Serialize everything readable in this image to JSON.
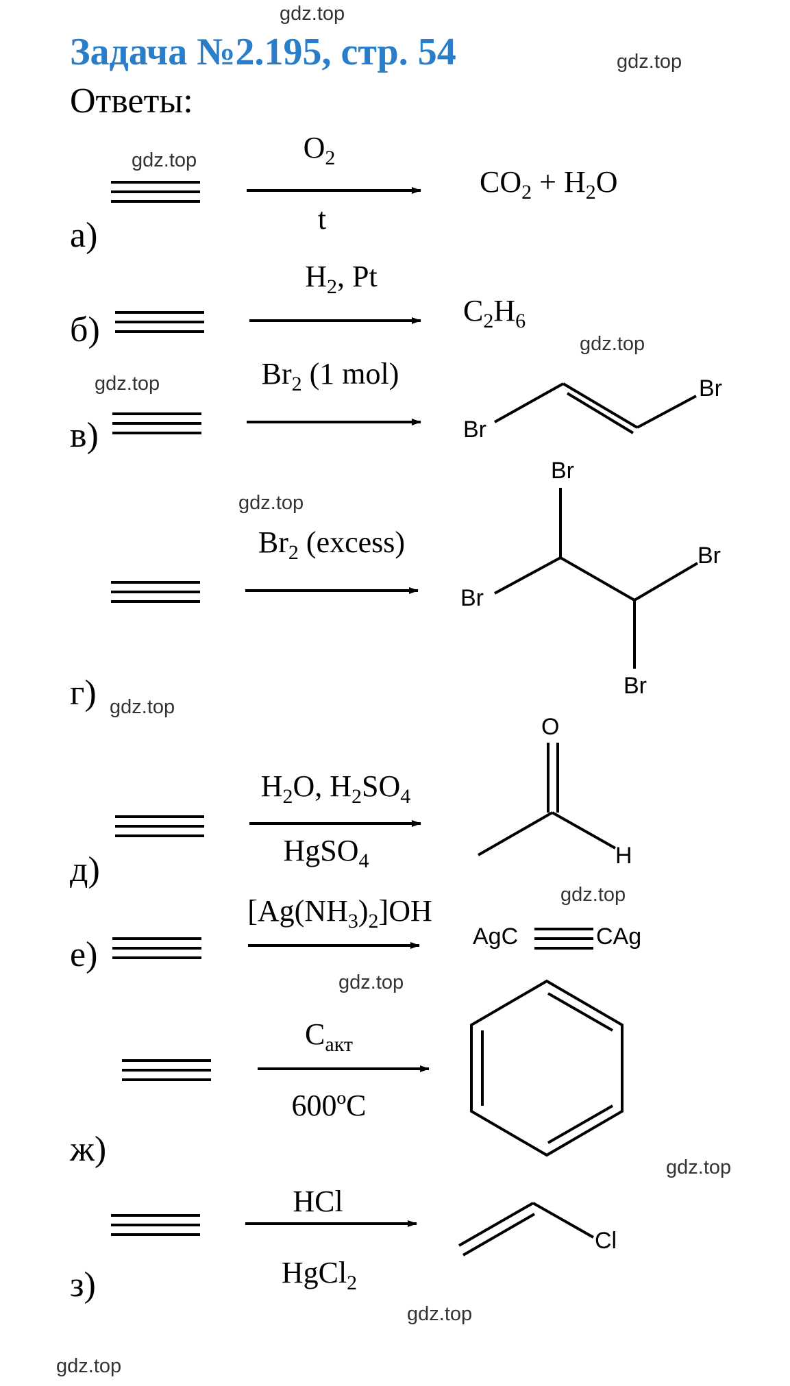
{
  "title": "Задача №2.195, стр. 54",
  "subtitle": "Ответы:",
  "watermark": "gdz.top",
  "reactions": [
    {
      "letter": "а)",
      "above_main": "O",
      "above_sub": "2",
      "below_main": "t",
      "product_html": [
        "CO",
        "2",
        " + H",
        "2",
        "O"
      ]
    },
    {
      "letter": "б)",
      "above_main": "H",
      "above_sub": "2",
      "above_tail": ", Pt",
      "product": [
        "C",
        "2",
        "H",
        "6"
      ]
    },
    {
      "letter": "в)",
      "above_main": "Br",
      "above_sub": "2",
      "above_tail": " (1 mol)",
      "atoms": [
        "Br",
        "Br"
      ]
    },
    {
      "letter": "г)",
      "above_main": "Br",
      "above_sub": "2",
      "above_tail": " (excess)",
      "atoms": [
        "Br",
        "Br",
        "Br",
        "Br"
      ]
    },
    {
      "letter": "д)",
      "above": [
        "H",
        "2",
        "O, H",
        "2",
        "SO",
        "4"
      ],
      "below": [
        "HgSO",
        "4"
      ],
      "atoms": [
        "O",
        "H"
      ]
    },
    {
      "letter": "е)",
      "above": [
        "[Ag(NH",
        "3",
        ")",
        "2",
        "]OH"
      ],
      "atoms": [
        "AgC",
        "CAg"
      ]
    },
    {
      "letter": "ж)",
      "above_main": "C",
      "above_sub": "акт",
      "below_main": "600ºC"
    },
    {
      "letter": "з)",
      "above_main": "HCl",
      "below": [
        "HgCl",
        "2"
      ],
      "atoms": [
        "Cl"
      ]
    }
  ]
}
